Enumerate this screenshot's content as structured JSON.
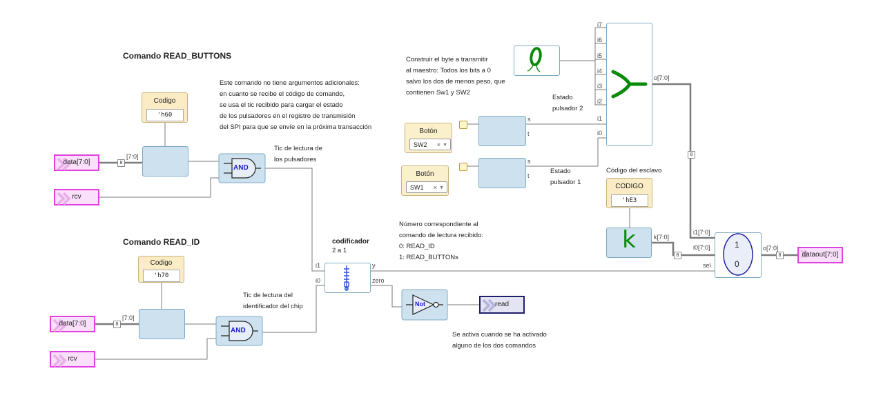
{
  "read_buttons": {
    "heading": "Comando READ_BUTTONS",
    "description": "Este comando no tiene argumentos adicionales:\nen cuanto se recibe el código de comando,\nse usa el tic recibido para cargar el estado\nde los pulsadores en el registro de transmisión\ndel SPI para que se envíe en la próxima transacción",
    "const_title": "Codigo",
    "const_value": "'h60",
    "data_port": "data[7:0]",
    "rcv_port": "rcv",
    "bus_label": "[7:0]",
    "bus_width": "8",
    "and_label": "AND",
    "tic_note": "Tic de lectura de\nlos pulsadores"
  },
  "read_id": {
    "heading": "Comando READ_ID",
    "const_title": "Codigo",
    "const_value": "'h70",
    "data_port": "data[7:0]",
    "rcv_port": "rcv",
    "bus_label": "[7:0]",
    "bus_width": "8",
    "and_label": "AND",
    "tic_note": "Tic de lectura del\nidentificador del chip"
  },
  "encoder": {
    "title": "codificador",
    "subtitle": "2 a 1",
    "pin_i1": "i1",
    "pin_i0": "i0",
    "pin_y": "y",
    "pin_zero": "zero"
  },
  "encoder_note": "Número correspondiente al\ncomando de lectura recibido:\n0: READ_ID\n1: READ_BUTTONs",
  "not_gate": {
    "label": "Not"
  },
  "read_port": "read",
  "read_note": "Se activa cuando se ha activado\nalguno de los dos comandos",
  "byte_note": "Construir el byte a transmitir\nal maestro: Todos los bits a 0\nsalvo los dos de menos peso, que\ncontienen Sw1 y SW2",
  "sw2": {
    "title": "Botón",
    "value": "SW2",
    "clear": "×",
    "pin_s": "s",
    "pin_t": "t",
    "note": "Estado\npulsador 2"
  },
  "sw1": {
    "title": "Botón",
    "value": "SW1",
    "clear": "×",
    "pin_s": "s",
    "pin_t": "t",
    "note": "Estado\npulsador 1"
  },
  "joiner": {
    "inputs": [
      "i7",
      "i6",
      "i5",
      "i4",
      "i3",
      "i2",
      "i1",
      "i0"
    ],
    "output": "o[7:0]",
    "bus_width": "8"
  },
  "slave_code": {
    "note": "Código del esclavo",
    "title": "CODIGO",
    "value": "'hE3",
    "k_label": "k",
    "k_pin": "k[7:0]",
    "bus_width": "8"
  },
  "mux": {
    "pin_i1": "i1[7:0]",
    "pin_i0": "i0[7:0]",
    "pin_sel": "sel",
    "pin_o": "o[7:0]",
    "label_1": "1",
    "label_0": "0",
    "bus_width": "8"
  },
  "dataout_port": "dataout[7:0]",
  "colors": {
    "block_fill": "#cde2ee",
    "wire": "#7a7a7a",
    "port_border": "#e040e0",
    "gate_text": "#1a1acc",
    "zero_green": "#0a8a0a"
  }
}
